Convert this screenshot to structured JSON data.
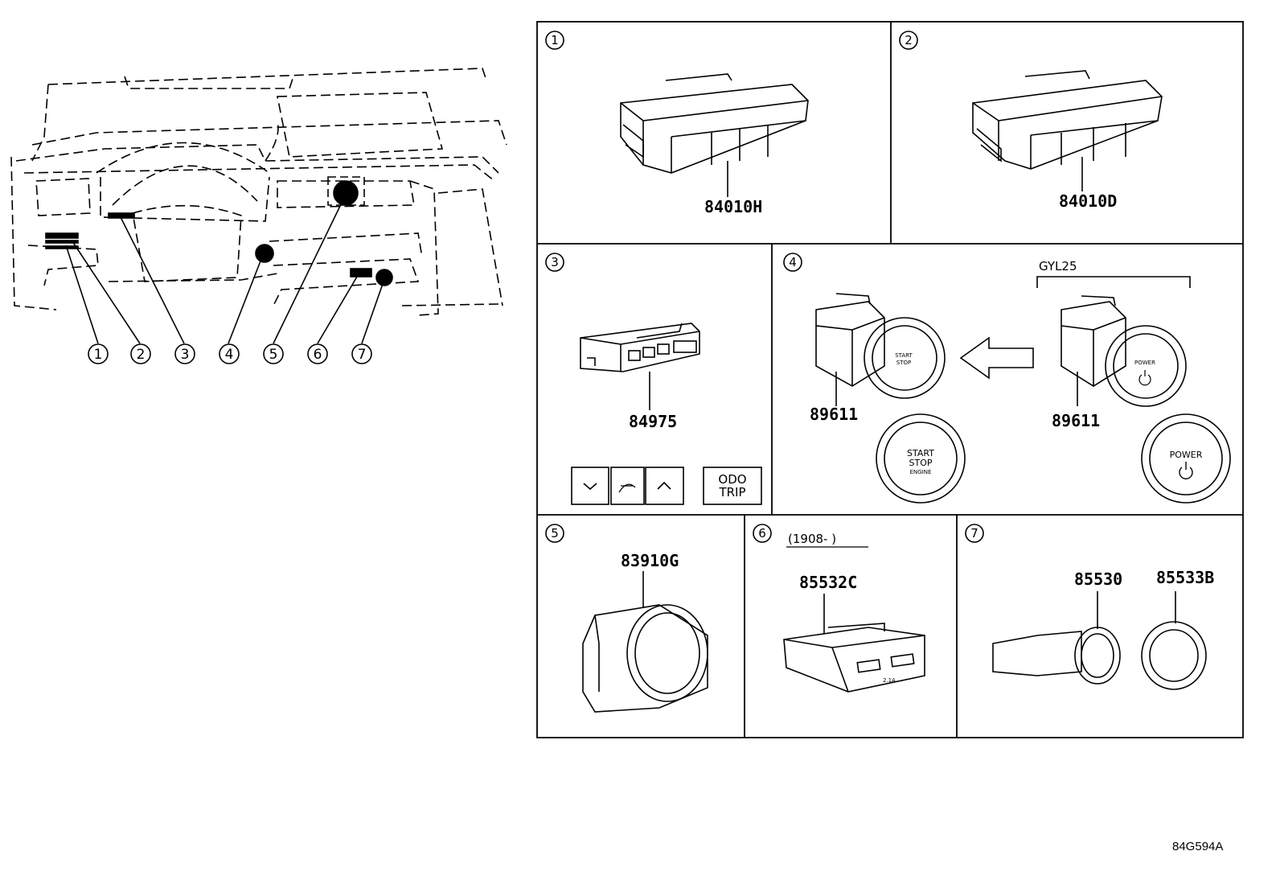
{
  "callouts": [
    "1",
    "2",
    "3",
    "4",
    "5",
    "6",
    "7"
  ],
  "panels": {
    "p1": {
      "num": "1",
      "part": "84010H"
    },
    "p2": {
      "num": "2",
      "part": "84010D"
    },
    "p3": {
      "num": "3",
      "part": "84975",
      "odo": "ODO",
      "trip": "TRIP"
    },
    "p4": {
      "num": "4",
      "bracket_label": "GYL25",
      "part_left": "89611",
      "part_right": "89611",
      "start": "START",
      "stop": "STOP",
      "engine": "ENGINE",
      "power": "POWER"
    },
    "p5": {
      "num": "5",
      "part": "83910G"
    },
    "p6": {
      "num": "6",
      "date_range": "(1908-      )",
      "part": "85532C",
      "usb_rating": "2.1A"
    },
    "p7": {
      "num": "7",
      "part_a": "85530",
      "part_b": "85533B"
    }
  },
  "figure_ref": "84G594A"
}
